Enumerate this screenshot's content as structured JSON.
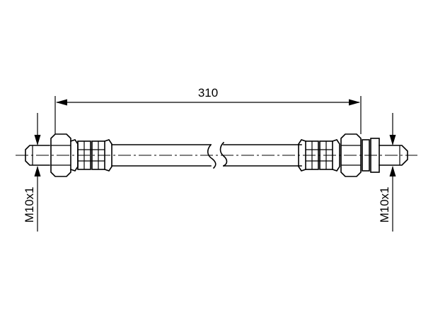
{
  "dimensions": {
    "length_label": "310",
    "left_thread_label": "M10x1",
    "right_thread_label": "M10x1"
  },
  "colors": {
    "line": "#000000",
    "background": "#ffffff"
  }
}
